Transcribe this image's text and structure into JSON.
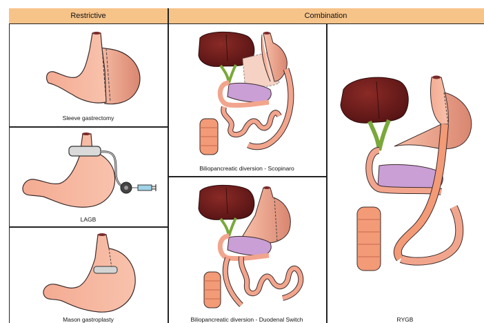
{
  "headers": {
    "restrictive": "Restrictive",
    "combination": "Combination"
  },
  "captions": {
    "sleeve": "Sleeve gastrectomy",
    "lagb": "LAGB",
    "mason": "Mason gastroplasty",
    "scopinaro": "Biliopancreatic diversion - Scopinaro",
    "duodenal": "Biliopancreatic diversion - Duodenal Switch",
    "rygb": "RYGB"
  },
  "colors": {
    "header": "#f6c389",
    "stomach": "#f2a58d",
    "stomach_dark": "#d9826b",
    "liver": "#6b1b1b",
    "bile": "#8fc04b",
    "pancreas": "#c79ad6",
    "colon": "#f39a77"
  }
}
